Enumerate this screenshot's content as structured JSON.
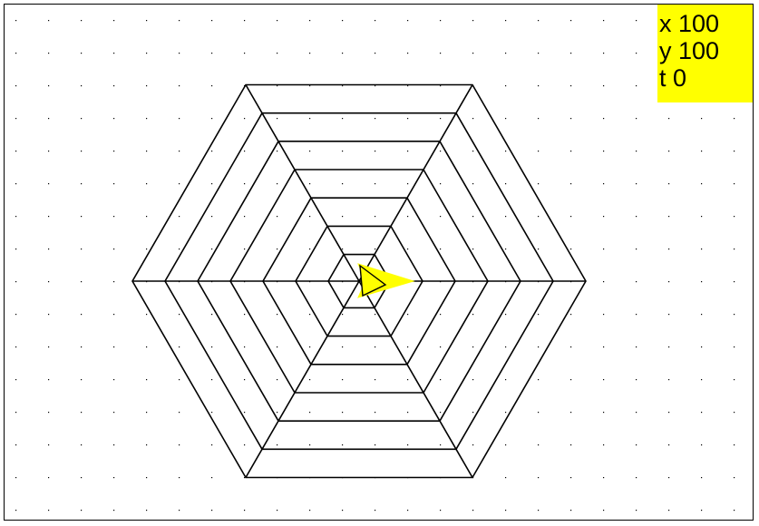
{
  "readout": {
    "x_label": "x 100",
    "y_label": "y 100",
    "t_label": "t 0"
  },
  "colors": {
    "background": "#ffffff",
    "line": "#000000",
    "grid_dot": "#000000",
    "readout_bg": "#ffff00",
    "turtle_fill": "#ffff00"
  },
  "drawing": {
    "shape": "nested hexagons",
    "rings": 7
  },
  "turtle": {
    "icon": "turtle-arrow-icon",
    "heading_deg": 0
  }
}
